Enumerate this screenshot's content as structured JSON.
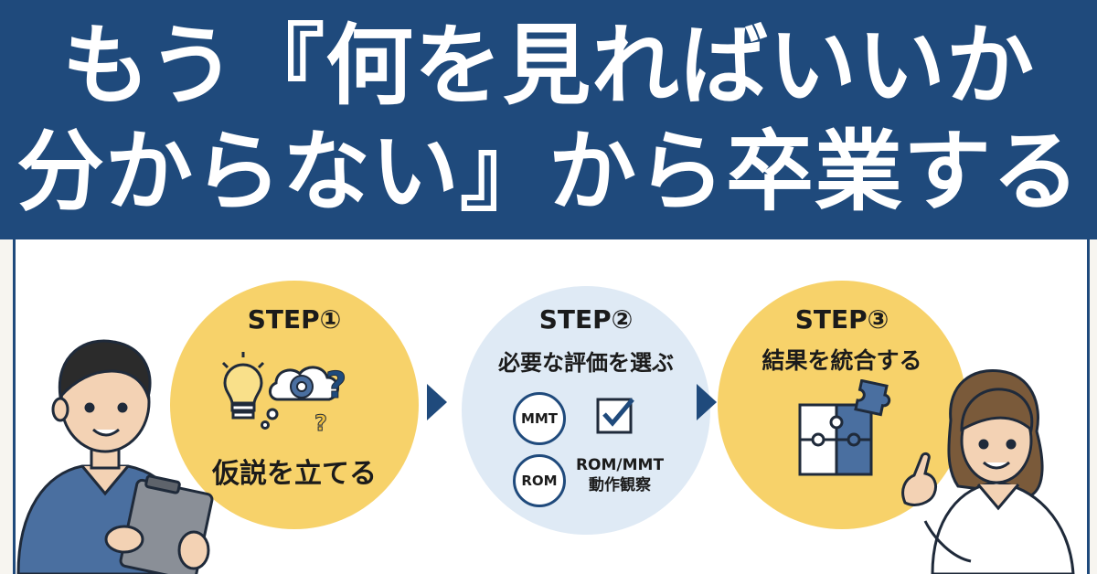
{
  "header": {
    "title_line1": "もう『何を見ればいいか",
    "title_line2": "分からない』から卒業する"
  },
  "steps": [
    {
      "label": "STEP①",
      "text": "仮説を立てる",
      "icons": [
        "lightbulb-icon",
        "gear-icon",
        "question-mark-icon"
      ]
    },
    {
      "label": "STEP②",
      "text": "必要な評価を選ぶ",
      "badges": [
        "MMT",
        "ROM"
      ],
      "detail_line1": "ROM/MMT",
      "detail_line2": "動作観察",
      "icons": [
        "checkbox-icon"
      ]
    },
    {
      "label": "STEP③",
      "text": "結果を統合する",
      "icons": [
        "puzzle-icon"
      ]
    }
  ],
  "colors": {
    "navy": "#1f4a7c",
    "yellow": "#f7d26a",
    "light_blue": "#dfeaf5",
    "scrub_blue": "#4a6fa0"
  }
}
